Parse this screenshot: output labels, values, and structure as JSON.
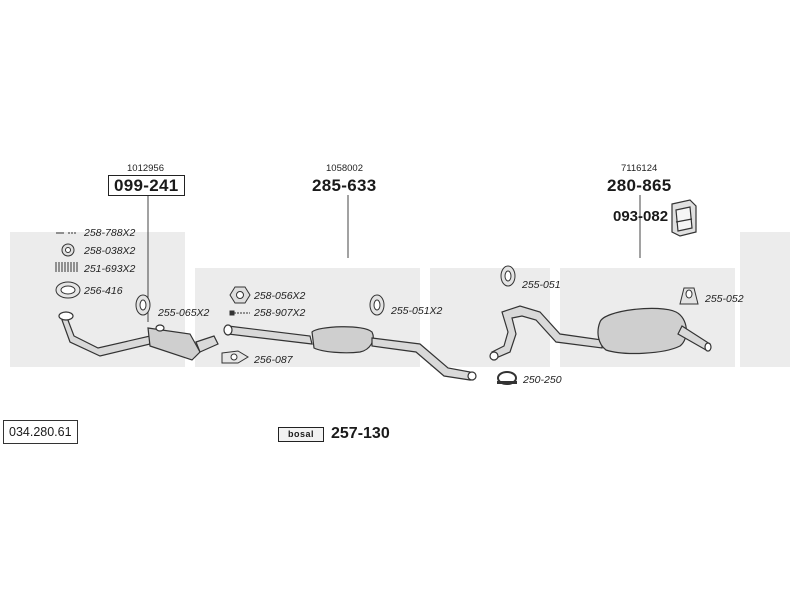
{
  "catalog_number": "034.280.61",
  "sections": [
    {
      "code": "1012956",
      "part": "099-241"
    },
    {
      "code": "1058002",
      "part": "285-633"
    },
    {
      "code": "7116124",
      "part": "280-865",
      "extra_part": "093-082"
    }
  ],
  "parts": {
    "p1": "258-788X2",
    "p2": "258-038X2",
    "p3": "251-693X2",
    "p4": "256-416",
    "p5": "255-065X2",
    "p6": "258-056X2",
    "p7": "258-907X2",
    "p8": "256-087",
    "p9": "255-051X2",
    "p10": "255-051",
    "p11": "255-052",
    "p12": "250-250"
  },
  "mounting_kit": {
    "logo": "bosal",
    "part": "257-130"
  },
  "colors": {
    "watermark": "#ececec",
    "line": "#333333",
    "pipe_fill": "#d9d9d9"
  }
}
